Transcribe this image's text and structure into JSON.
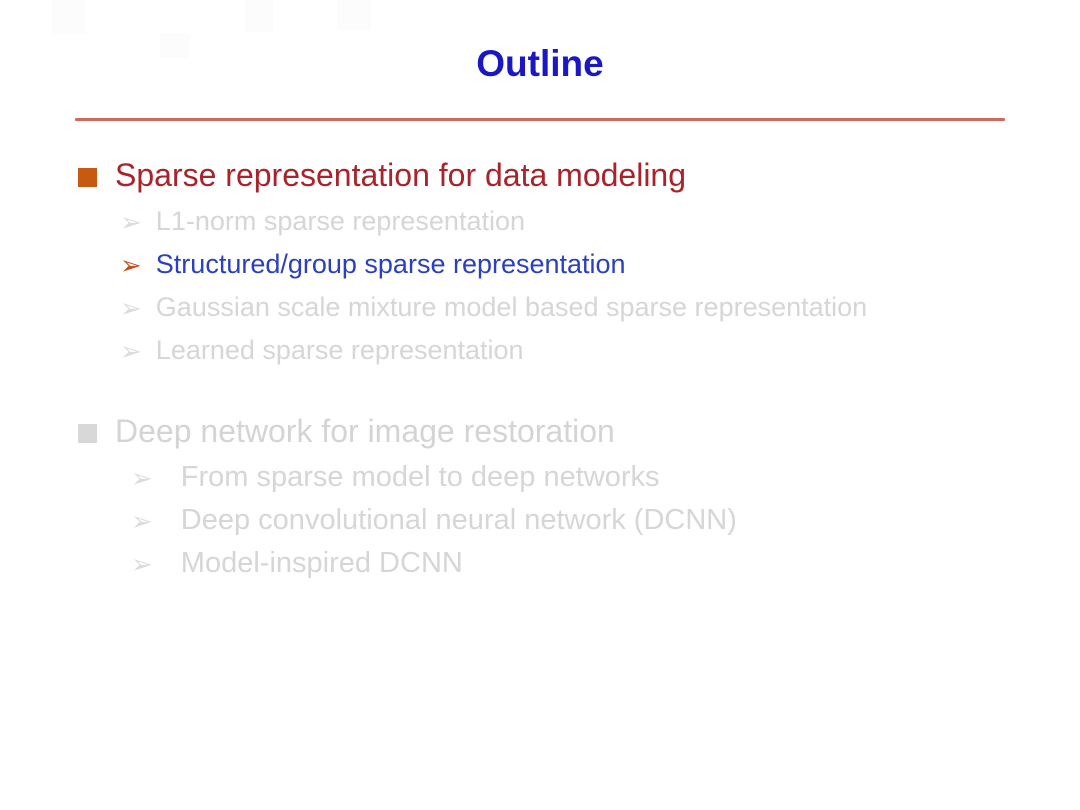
{
  "slide": {
    "title": "Outline",
    "title_color": "#1a18c4",
    "divider_color": "#d06a5e",
    "background": "#ffffff"
  },
  "sections": [
    {
      "marker": "square-bullet",
      "marker_color": "#c55a11",
      "text": "Sparse representation for data modeling",
      "text_color": "#a8232a",
      "state": "active",
      "items": [
        {
          "marker": "arrow-bullet",
          "glyph": "➢",
          "text": "L1-norm sparse representation",
          "text_color": "#d6d6d6",
          "marker_color": "#dcdcdc",
          "state": "dimmed"
        },
        {
          "marker": "arrow-bullet",
          "glyph": "➢",
          "text": "Structured/group sparse representation",
          "text_color": "#2b40be",
          "marker_color": "#c1511a",
          "state": "highlighted"
        },
        {
          "marker": "arrow-bullet",
          "glyph": "➢",
          "text": "Gaussian scale mixture model based sparse representation",
          "text_color": "#d6d6d6",
          "marker_color": "#dcdcdc",
          "state": "dimmed"
        },
        {
          "marker": "arrow-bullet",
          "glyph": "➢",
          "text": "Learned sparse representation",
          "text_color": "#d6d6d6",
          "marker_color": "#dcdcdc",
          "state": "dimmed"
        }
      ]
    },
    {
      "marker": "square-bullet",
      "marker_color": "#d8d8d8",
      "text": "Deep network for image restoration",
      "text_color": "#d4d4d4",
      "state": "dimmed",
      "items": [
        {
          "marker": "arrow-bullet",
          "glyph": "➢",
          "text": "From sparse model to deep networks",
          "text_color": "#d6d6d6",
          "marker_color": "#dcdcdc",
          "state": "dimmed"
        },
        {
          "marker": "arrow-bullet",
          "glyph": "➢",
          "text": "Deep convolutional neural network (DCNN)",
          "text_color": "#d6d6d6",
          "marker_color": "#dcdcdc",
          "state": "dimmed"
        },
        {
          "marker": "arrow-bullet",
          "glyph": "➢",
          "text": "Model-inspired DCNN",
          "text_color": "#d6d6d6",
          "marker_color": "#dcdcdc",
          "state": "dimmed"
        }
      ]
    }
  ]
}
